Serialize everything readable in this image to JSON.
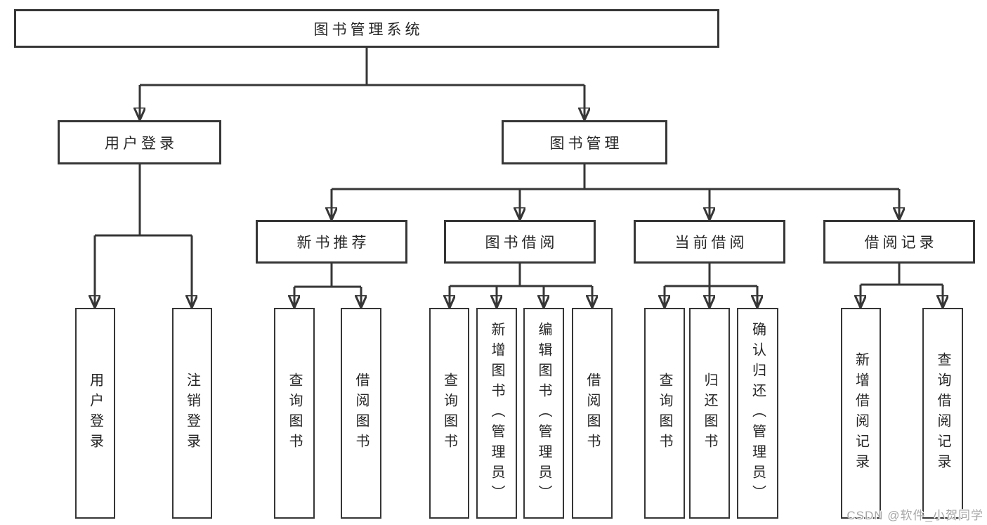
{
  "diagram": {
    "root": {
      "label": "图书管理系统"
    },
    "branches": [
      {
        "label": "用户登录",
        "children": [
          {
            "label": "用户登录"
          },
          {
            "label": "注销登录"
          }
        ]
      },
      {
        "label": "图书管理",
        "children": [
          {
            "label": "新书推荐",
            "children": [
              {
                "label": "查询图书"
              },
              {
                "label": "借阅图书"
              }
            ]
          },
          {
            "label": "图书借阅",
            "children": [
              {
                "label": "查询图书"
              },
              {
                "label": "新增图书（管理员）"
              },
              {
                "label": "编辑图书（管理员）"
              },
              {
                "label": "借阅图书"
              }
            ]
          },
          {
            "label": "当前借阅",
            "children": [
              {
                "label": "查询图书"
              },
              {
                "label": "归还图书"
              },
              {
                "label": "确认归还（管理员）"
              }
            ]
          },
          {
            "label": "借阅记录",
            "children": [
              {
                "label": "新增借阅记录"
              },
              {
                "label": "查询借阅记录"
              }
            ]
          }
        ]
      }
    ]
  },
  "watermark": {
    "text": "CSDN @软件_小贺同学"
  },
  "colors": {
    "line": "#363636",
    "text": "#262626",
    "background": "#ffffff",
    "watermark": "#a8a8a8"
  }
}
